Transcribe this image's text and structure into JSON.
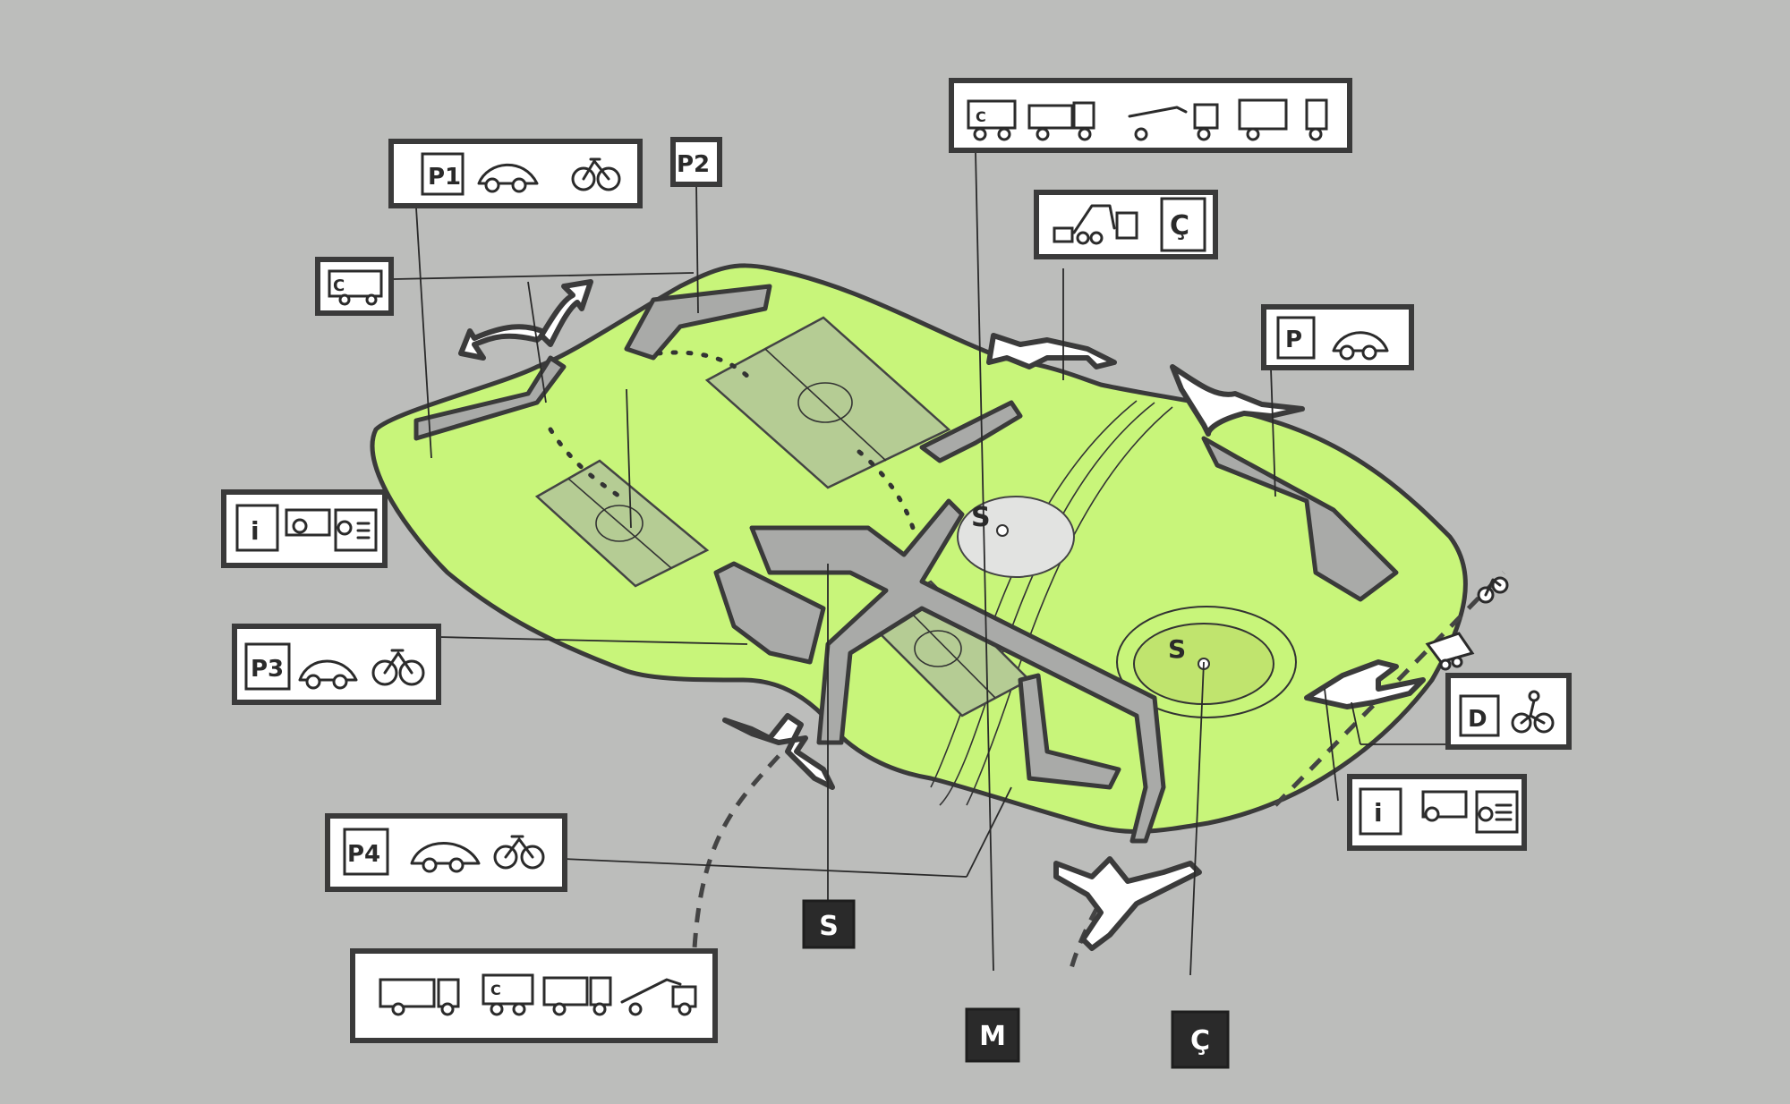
{
  "diagram": {
    "type": "site-plan-sketch",
    "colors": {
      "background": "#bcbdbb",
      "site_green": "#c8f57a",
      "sports_field": "#b5cc94",
      "road_gray": "#a9aaa8",
      "ink": "#2b2b2b",
      "dark_marker": "#2a2a2a"
    },
    "site_labels": {
      "stadium_s": "S",
      "track_s": "S",
      "path_s": "S"
    },
    "legend_boxes": [
      {
        "id": "p1",
        "badge": "P1",
        "icons": [
          "car-icon",
          "bicycle-icon"
        ],
        "meaning": "parking P1 cars and bikes"
      },
      {
        "id": "p2",
        "badge": "P2",
        "icons": [],
        "meaning": "parking P2"
      },
      {
        "id": "bus-c",
        "badge": "",
        "icons": [
          "bus-c-icon"
        ],
        "meaning": "C bus stop"
      },
      {
        "id": "info-left",
        "badge": "i",
        "icons": [
          "info-desk-icon",
          "presenter-icon"
        ],
        "meaning": "information point"
      },
      {
        "id": "p3",
        "badge": "P3",
        "icons": [
          "car-icon",
          "bicycle-icon"
        ],
        "meaning": "parking P3 cars and bikes"
      },
      {
        "id": "p4",
        "badge": "P4",
        "icons": [
          "car-icon",
          "bicycle-icon"
        ],
        "meaning": "parking P4 cars and bikes"
      },
      {
        "id": "vehicles-bottom",
        "badge": "",
        "icons": [
          "fire-truck-icon",
          "bus-c-icon",
          "dump-truck-icon",
          "crane-truck-icon"
        ],
        "meaning": "service vehicles access"
      },
      {
        "id": "vehicles-top",
        "badge": "",
        "icons": [
          "bus-c-icon",
          "dump-truck-icon",
          "crane-truck-icon",
          "fire-truck-icon"
        ],
        "meaning": "service vehicles access"
      },
      {
        "id": "c-truck",
        "badge": "Ç",
        "icons": [
          "tow-truck-icon"
        ],
        "meaning": "C service vehicle"
      },
      {
        "id": "p-right",
        "badge": "P",
        "icons": [
          "car-icon"
        ],
        "meaning": "parking cars"
      },
      {
        "id": "d-bike",
        "badge": "D",
        "icons": [
          "cyclist-icon"
        ],
        "meaning": "bicycle path D"
      },
      {
        "id": "info-right",
        "badge": "i",
        "icons": [
          "info-desk-icon",
          "presenter-icon"
        ],
        "meaning": "information point"
      }
    ],
    "markers": [
      {
        "id": "marker-s",
        "label": "S"
      },
      {
        "id": "marker-m",
        "label": "M"
      },
      {
        "id": "marker-c",
        "label": "Ç"
      }
    ]
  }
}
